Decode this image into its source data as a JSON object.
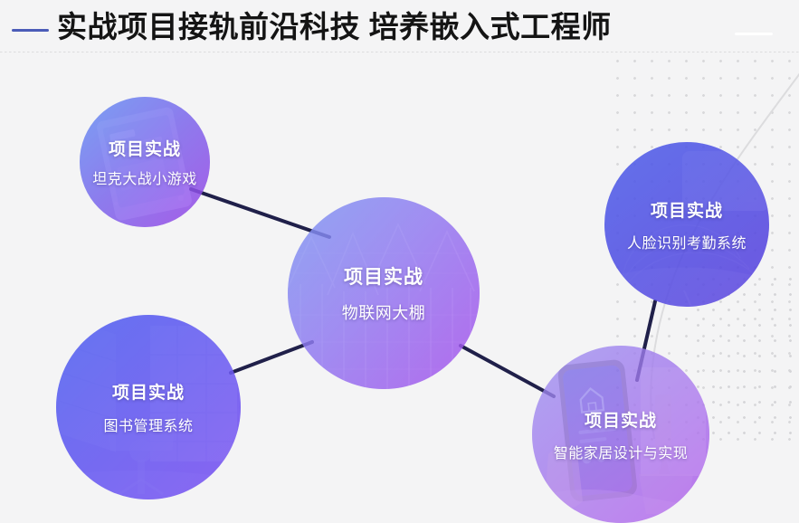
{
  "header": {
    "title": "实战项目接轨前沿科技 培养嵌入式工程师",
    "accent_color": "#4b5cb8",
    "right_dash_color": "#ffffff",
    "title_color": "#141414"
  },
  "canvas": {
    "background_color": "#f4f4f5",
    "connector_color": "#20204a",
    "dot_color": "#d8d8da"
  },
  "nodes": [
    {
      "id": "tank",
      "title": "项目实战",
      "subtitle": "坦克大战小游戏",
      "gradient_from": "#5b8df5",
      "gradient_to": "#a040f0",
      "art": "tablet-game-photo"
    },
    {
      "id": "iot",
      "title": "项目实战",
      "subtitle": "物联网大棚",
      "gradient_from": "#6f8bf2",
      "gradient_to": "#a843ef",
      "art": "greenhouse-photo"
    },
    {
      "id": "face",
      "title": "项目实战",
      "subtitle": "人脸识别考勤系统",
      "gradient_from": "#3f50e8",
      "gradient_to": "#5b3fe0",
      "art": "face-terminal-photo"
    },
    {
      "id": "library",
      "title": "项目实战",
      "subtitle": "图书管理系统",
      "gradient_from": "#3a4ef0",
      "gradient_to": "#7a4bf5",
      "art": "library-shelves-photo"
    },
    {
      "id": "smarthome",
      "title": "项目实战",
      "subtitle": "智能家居设计与实现",
      "gradient_from": "#8d7df0",
      "gradient_to": "#b44ef0",
      "art": "smartphone-home-photo"
    }
  ],
  "connections": [
    {
      "from": "tank",
      "to": "iot"
    },
    {
      "from": "library",
      "to": "iot"
    },
    {
      "from": "iot",
      "to": "smarthome"
    },
    {
      "from": "smarthome",
      "to": "face"
    }
  ]
}
